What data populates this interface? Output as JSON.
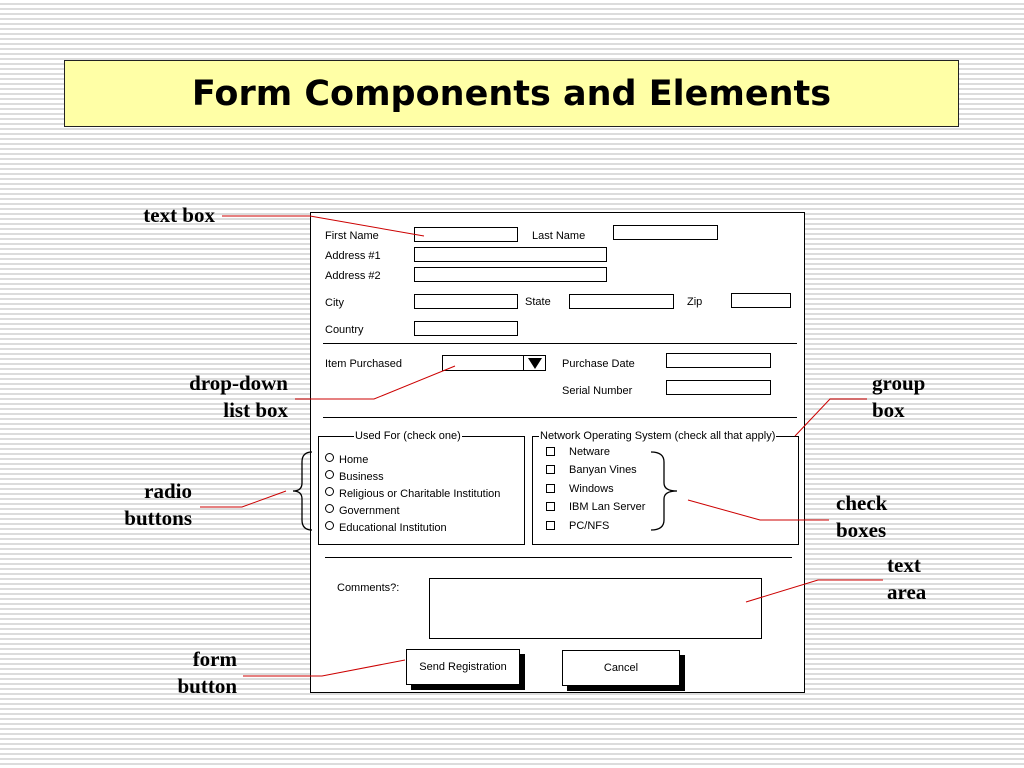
{
  "title": "Form Components and Elements",
  "callouts": {
    "text_box": "text box",
    "drop_down": [
      "drop-down",
      "list box"
    ],
    "radio": [
      "radio",
      "buttons"
    ],
    "form_button": [
      "form",
      "button"
    ],
    "group_box": [
      "group",
      "box"
    ],
    "check_boxes": [
      "check",
      "boxes"
    ],
    "text_area": [
      "text",
      "area"
    ]
  },
  "form": {
    "first_name": "First Name",
    "last_name": "Last Name",
    "address1": "Address #1",
    "address2": "Address #2",
    "city": "City",
    "state": "State",
    "zip": "Zip",
    "country": "Country",
    "item_purchased": "Item Purchased",
    "purchase_date": "Purchase Date",
    "serial_number": "Serial Number",
    "used_for": {
      "legend": "Used For (check one)",
      "options": [
        "Home",
        "Business",
        "Religious or Charitable Institution",
        "Government",
        "Educational Institution"
      ]
    },
    "nos": {
      "legend": "Network Operating System (check all that apply)",
      "options": [
        "Netware",
        "Banyan Vines",
        "Windows",
        "IBM Lan Server",
        "PC/NFS"
      ]
    },
    "comments": "Comments?:",
    "send_button": "Send Registration",
    "cancel_button": "Cancel"
  },
  "colors": {
    "title_bg": "#ffffa6",
    "leader_line": "#cc0000"
  }
}
